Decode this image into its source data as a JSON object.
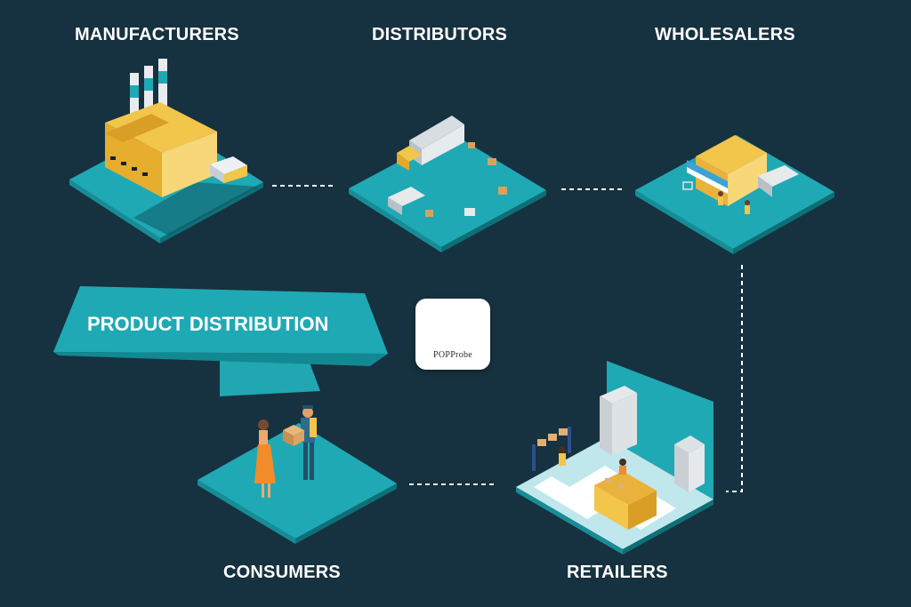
{
  "stages": {
    "manufacturers": "MANUFACTURERS",
    "distributors": "DISTRIBUTORS",
    "wholesalers": "WHOLESALERS",
    "retailers": "RETAILERS",
    "consumers": "CONSUMERS"
  },
  "banner": {
    "title": "PRODUCT DISTRIBUTION"
  },
  "logo": {
    "name": "POPProbe"
  },
  "colors": {
    "background": "#16313f",
    "platform": "#1fa9b4",
    "accent": "#f2c54b",
    "text": "#ffffff"
  }
}
